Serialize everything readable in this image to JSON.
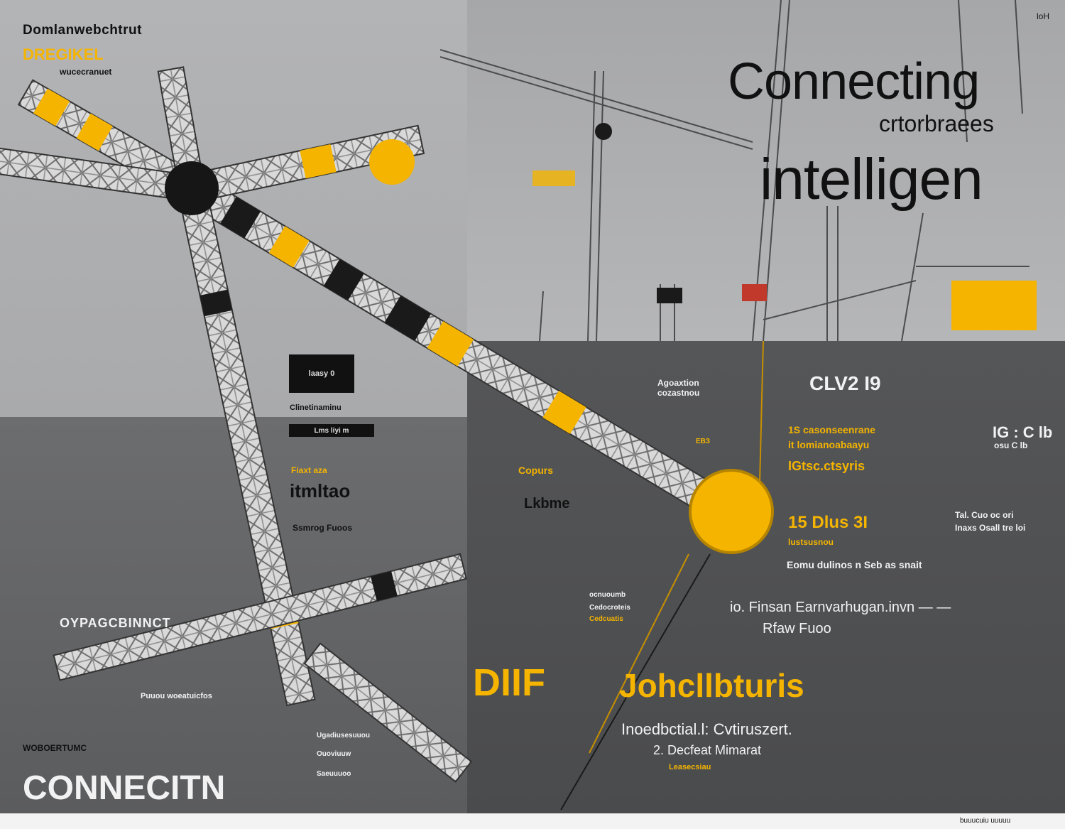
{
  "top_left": {
    "title": "Domlanwebchtrut",
    "label_yellow": "DREGIKEL",
    "sub": "wucecranuet"
  },
  "top_right": {
    "corner": "loH",
    "headline_1": "Connecting",
    "headline_sub": "crtorbraees",
    "headline_2": "intelligen"
  },
  "center": {
    "box_1": "laasy 0",
    "caption_1": "Clinetinaminu",
    "box_2": "Lms   liyi      m",
    "item_yellow": "Fiaxt aza",
    "item_big": "itmltao",
    "item_sub": "Ssmrog Fuoos"
  },
  "mid_right": {
    "tag_1": "Agoaxtion",
    "tag_1b": "cozastnou",
    "code": "CLV2 I9",
    "small_yellow": "ЕВЗ",
    "list_1": "1S casonseenrane",
    "list_2": "it lomianoabaayu",
    "list_3": "IGtsc.ctsyris",
    "label_left": "Copurs",
    "label_left2": "Lkbme",
    "stat_big": "15 Dlus 3I",
    "stat_sub": "lustsusnou",
    "row_text": "Eomu                   dulinos n Seb  as  snait",
    "corner_num": "IG : C lb",
    "corner_num2": "osu  C lb",
    "table_1": "Tal.     Cuo  oc  ori",
    "table_2": "Inaxs    Osall tre loi",
    "tiny_a": "ocnuoumb",
    "tiny_b": "Cedocroteis",
    "tiny_c": "Cedcuatis",
    "list_item_1": "io.   Finsan Earnvarhugan.invn  —  —",
    "list_item_2": "Rfaw Fuoo",
    "big_yellow_1": "DIIF",
    "big_yellow_2": "Johcllbturis",
    "footer_1": "Inoedbctial.l: Cvtiruszert.",
    "footer_2": "2. Decfeat Mimarat",
    "footer_3": "Leasecsiau"
  },
  "mid_left": {
    "label": "OYPAGCBINNCT",
    "small_1": "Puuou woeatuicfos",
    "small_2": "WOBOERTUMC",
    "tag_a": "Ugadiusesuuou",
    "tag_b": "Ouoviuuw",
    "tag_c": "Saeuuuoo",
    "big_white": "CONNECITN"
  },
  "bottom": {
    "credit": "buuucuiu  uuuuu"
  },
  "colors": {
    "accent": "#f4b400",
    "dark": "#111111",
    "steel": "#e9e9e9"
  }
}
